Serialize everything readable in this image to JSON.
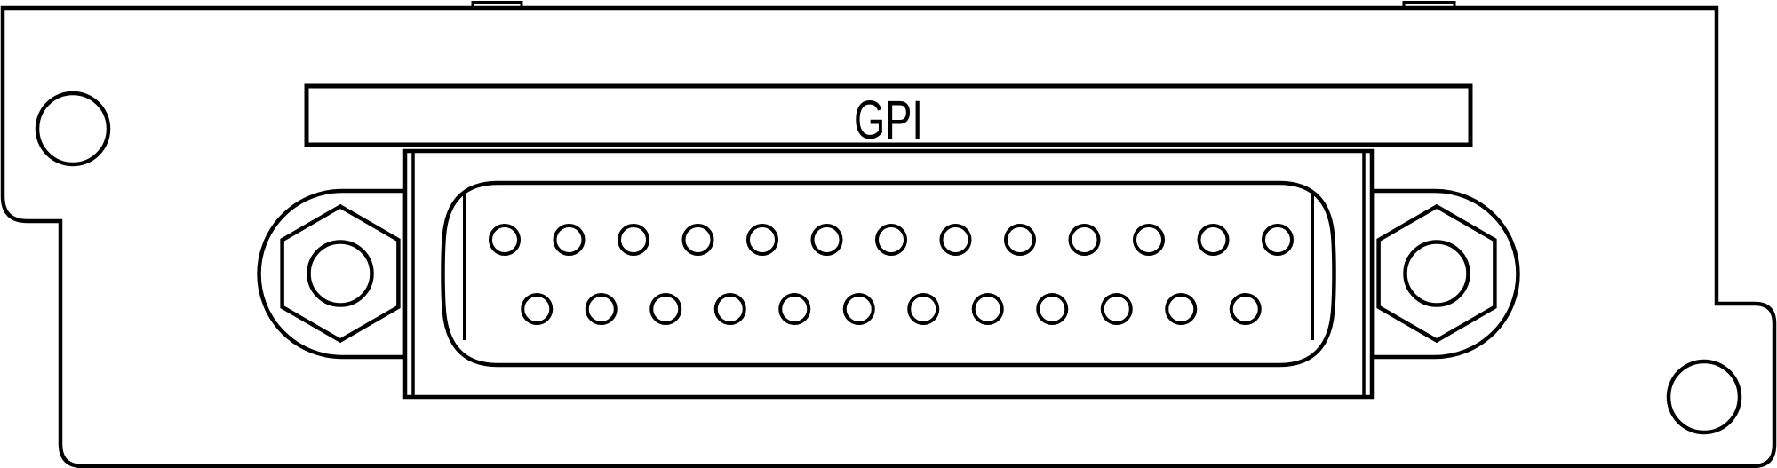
{
  "diagram": {
    "panel_label": "GPI",
    "connector": {
      "top_row_pins": 13,
      "bottom_row_pins": 12,
      "total_pins": 25
    },
    "mounting": {
      "panel_screw_holes": 2,
      "jack_screw_nuts": 2,
      "top_edge_tabs": 2
    },
    "colors": {
      "line": "#000000",
      "fill": "#ffffff"
    }
  }
}
